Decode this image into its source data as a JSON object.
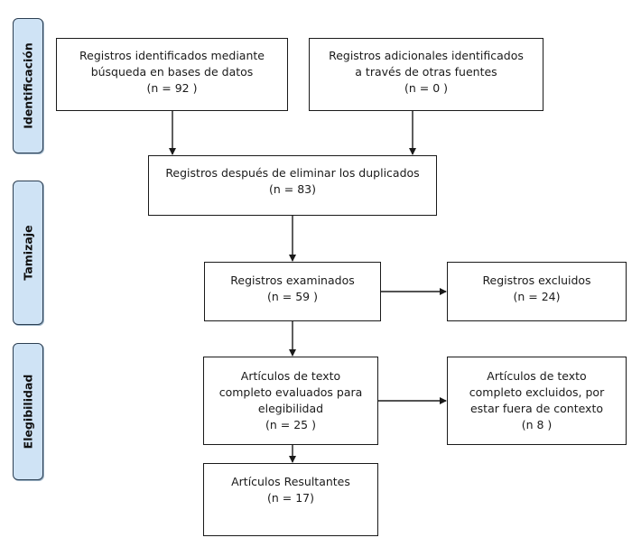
{
  "phases": {
    "identificacion": "Identificación",
    "tamizaje": "Tamizaje",
    "elegibilidad": "Elegibilidad"
  },
  "boxes": {
    "databases": {
      "line1": "Registros identificados mediante",
      "line2": "búsqueda en bases de datos",
      "count": "(n = 92 )"
    },
    "other_sources": {
      "line1": "Registros adicionales identificados",
      "line2": "a través de otras fuentes",
      "count": "(n = 0 )"
    },
    "after_duplicates": {
      "line1": "Registros después de eliminar los duplicados",
      "count": "(n =  83)"
    },
    "screened": {
      "line1": "Registros examinados",
      "count": "(n = 59 )"
    },
    "excluded": {
      "line1": "Registros excluidos",
      "count": "(n = 24)"
    },
    "fulltext_assessed": {
      "line1": "Artículos de texto",
      "line2": "completo evaluados para",
      "line3": "elegibilidad",
      "count": "(n = 25  )"
    },
    "fulltext_excluded": {
      "line1": "Artículos de texto",
      "line2": "completo excluidos, por",
      "line3": "estar fuera de contexto",
      "count": "(n  8 )"
    },
    "resulting": {
      "line1": "Artículos Resultantes",
      "count": "(n = 17)"
    }
  },
  "colors": {
    "phase_fill": "#cfe3f5",
    "phase_border": "#2d3f52",
    "box_border": "#1a1a1a",
    "arrow": "#1a1a1a"
  }
}
